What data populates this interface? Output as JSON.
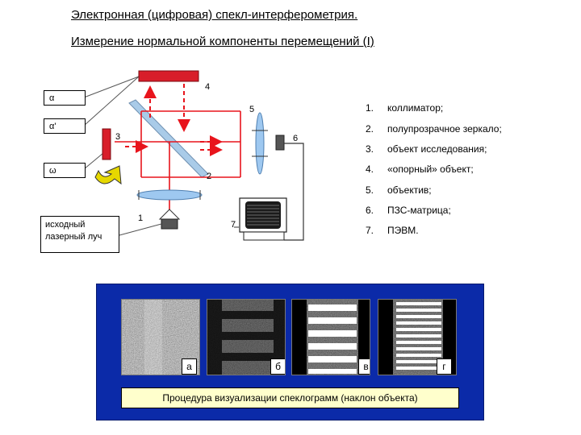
{
  "heading": {
    "title": "Электронная (цифровая) спекл-интерферометрия.",
    "subtitle": "Измерение нормальной компоненты перемещений (I)"
  },
  "diagram": {
    "state_labels": [
      "α",
      "α'",
      "ω"
    ],
    "source_label_line1": "исходный",
    "source_label_line2": "лазерный луч",
    "numbers": [
      "1",
      "2",
      "3",
      "4",
      "5",
      "6",
      "7"
    ],
    "colors": {
      "beam": "#e8141c",
      "object": "#d81e2a",
      "lens": "#9ec8f0",
      "rotation_arrow": "#e6d800"
    }
  },
  "legend": [
    {
      "n": "1.",
      "text": "коллиматор;"
    },
    {
      "n": "2.",
      "text": "полупрозрачное зеркало;"
    },
    {
      "n": "3.",
      "text": "объект исследования;"
    },
    {
      "n": "4.",
      "text": "«опорный» объект;"
    },
    {
      "n": "5.",
      "text": "объектив;"
    },
    {
      "n": "6.",
      "text": "ПЗС-матрица;"
    },
    {
      "n": "7.",
      "text": "ПЭВМ."
    }
  ],
  "speckle_panel": {
    "labels": [
      "а",
      "б",
      "в",
      "г"
    ],
    "caption": "Процедура визуализации спеклограмм (наклон объекта)",
    "colors": {
      "background": "#0b2aa8",
      "caption_bg": "#ffffcc"
    }
  }
}
